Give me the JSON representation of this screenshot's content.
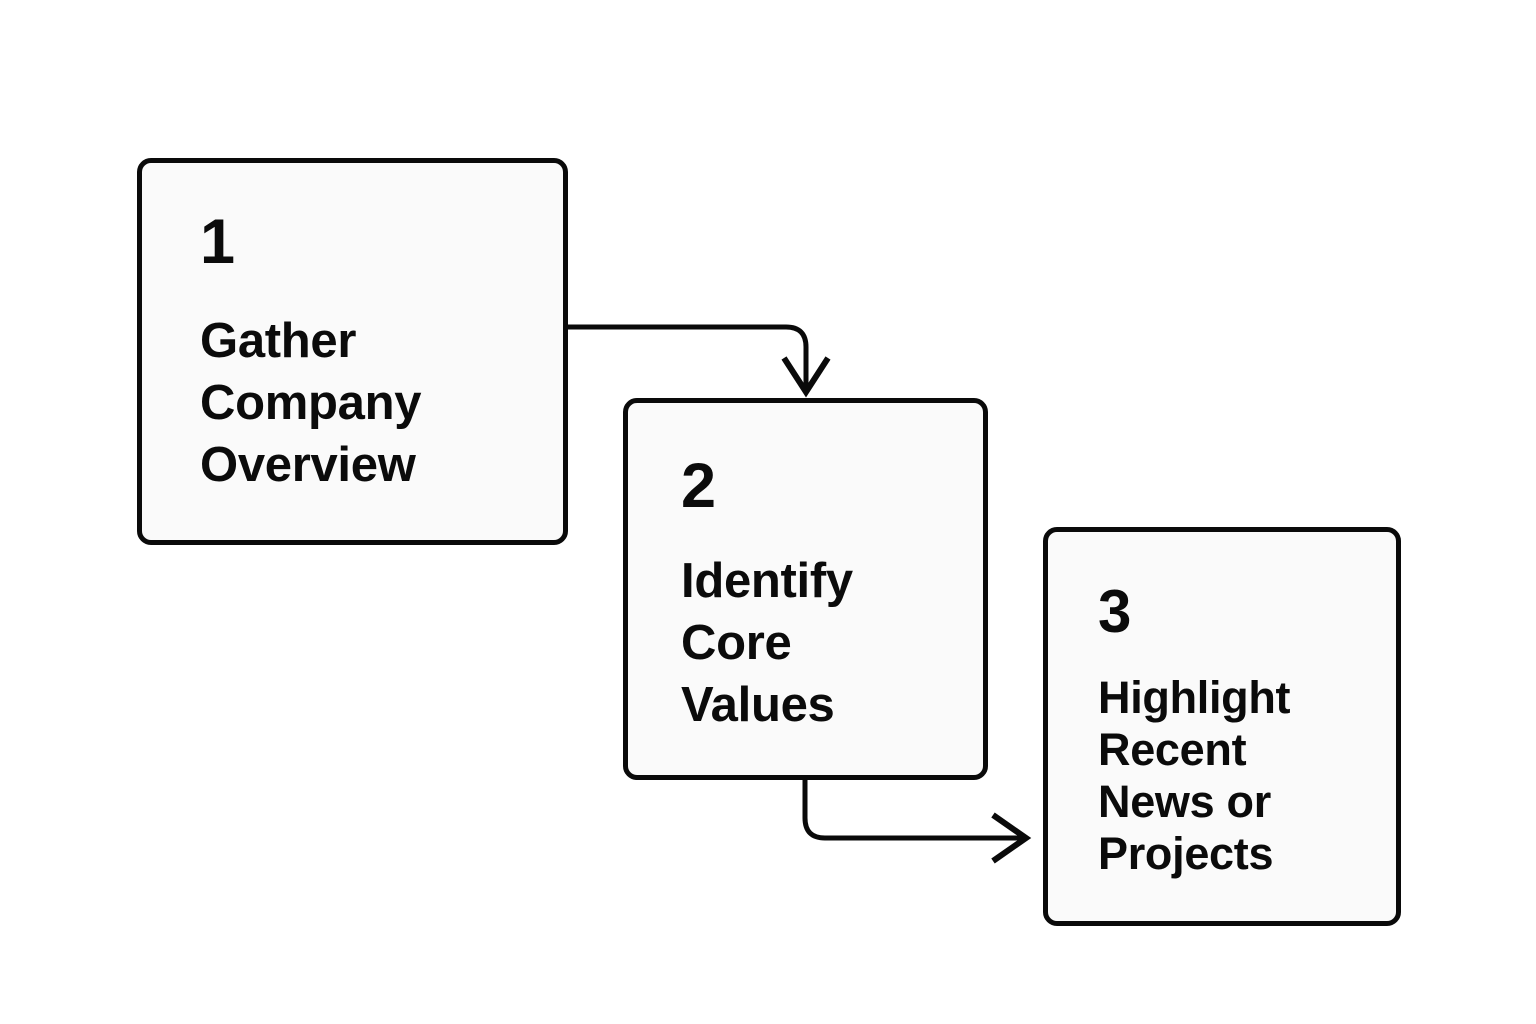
{
  "diagram": {
    "type": "flowchart",
    "orientation": "descending-staircase",
    "background_color": "#ffffff",
    "box_fill_color": "#fafafa",
    "stroke_color": "#0a0a0a",
    "steps": [
      {
        "number": "1",
        "label": "Gather\nCompany\nOverview",
        "name": "gather-company-overview"
      },
      {
        "number": "2",
        "label": "Identify\nCore\nValues",
        "name": "identify-core-values"
      },
      {
        "number": "3",
        "label": "Highlight\nRecent\nNews or\nProjects",
        "name": "highlight-recent-news-or-projects"
      }
    ],
    "connectors": [
      {
        "name": "connector-step1-to-step2",
        "from": "1",
        "to": "2",
        "from_side": "right",
        "to_side": "top",
        "arrowhead": "chevron"
      },
      {
        "name": "connector-step2-to-step3",
        "from": "2",
        "to": "3",
        "from_side": "bottom",
        "to_side": "left",
        "arrowhead": "chevron"
      }
    ]
  }
}
